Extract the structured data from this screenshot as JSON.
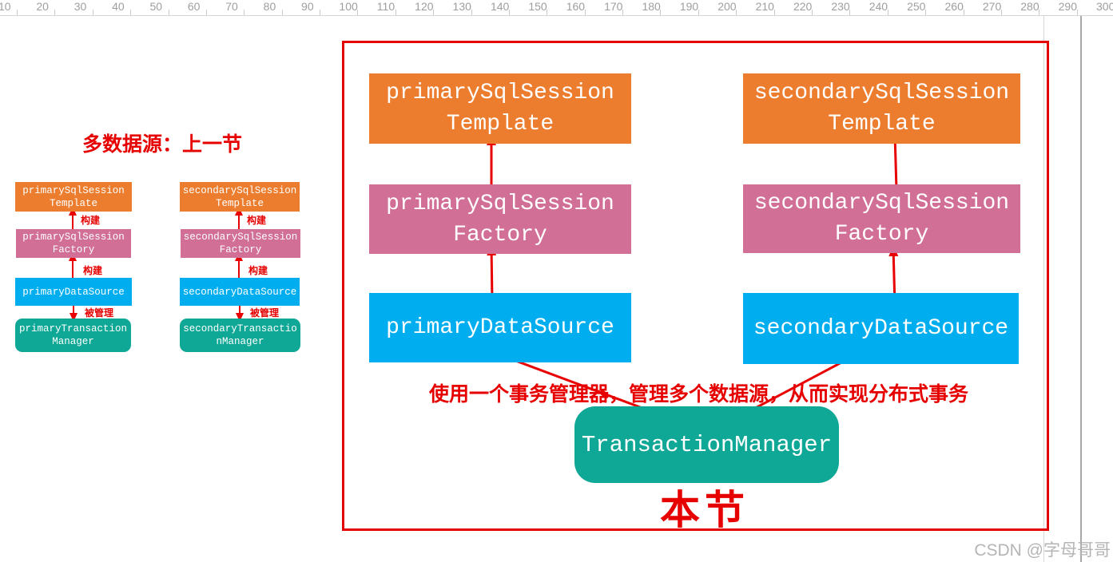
{
  "colors": {
    "orange": "#ED7D2E",
    "pink": "#D16F96",
    "blue": "#00AEEF",
    "teal": "#0FA795",
    "red": "#E60000",
    "ruler_text": "#9E9E9E",
    "watermark_text": "#B5B5B5"
  },
  "ruler": {
    "numbers": [
      "10",
      "20",
      "30",
      "40",
      "50",
      "60",
      "70",
      "80",
      "90",
      "100",
      "110",
      "120",
      "130",
      "140",
      "150",
      "160",
      "170",
      "180",
      "190",
      "200",
      "210",
      "220",
      "230",
      "240",
      "250",
      "260",
      "270",
      "280",
      "290",
      "300"
    ]
  },
  "overview": {
    "title": "多数据源：上一节",
    "primary": {
      "template": [
        "primarySqlSession",
        "Template"
      ],
      "factory": [
        "primarySqlSession",
        "Factory"
      ],
      "datasource": [
        "primaryDataSource"
      ],
      "manager": [
        "primaryTransaction",
        "Manager"
      ],
      "label_build_1": "构建",
      "label_build_2": "构建",
      "label_managed": "被管理"
    },
    "secondary": {
      "template": [
        "secondarySqlSession",
        "Template"
      ],
      "factory": [
        "secondarySqlSession",
        "Factory"
      ],
      "datasource": [
        "secondaryDataSource"
      ],
      "manager": [
        "secondaryTransactio",
        "nManager"
      ],
      "label_build_1": "构建",
      "label_build_2": "构建",
      "label_managed": "被管理"
    }
  },
  "detail": {
    "primary": {
      "template": [
        "primarySqlSession",
        "Template"
      ],
      "factory": [
        "primarySqlSession",
        "Factory"
      ],
      "datasource": [
        "primaryDataSource"
      ]
    },
    "secondary": {
      "template": [
        "secondarySqlSession",
        "Template"
      ],
      "factory": [
        "secondarySqlSession",
        "Factory"
      ],
      "datasource": [
        "secondaryDataSource"
      ]
    },
    "note": "使用一个事务管理器，管理多个数据源，从而实现分布式事务",
    "manager": "TransactionManager",
    "caption": "本节"
  },
  "watermark": "CSDN @字母哥哥"
}
